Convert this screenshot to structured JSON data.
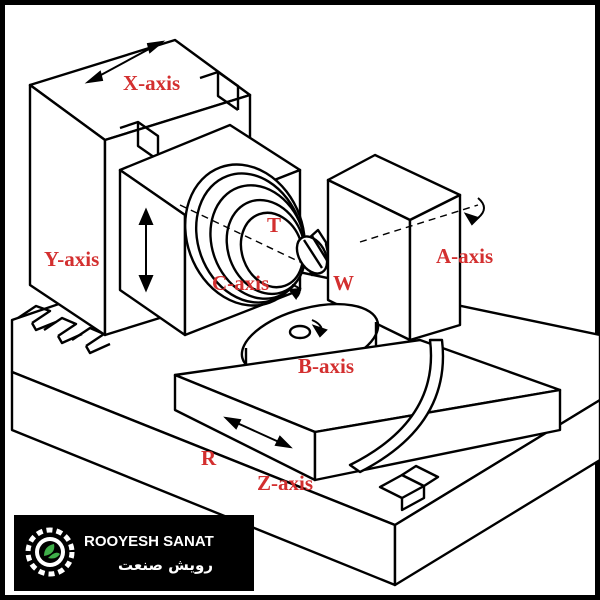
{
  "diagram": {
    "labels": {
      "x_axis": "X-axis",
      "y_axis": "Y-axis",
      "z_axis": "Z-axis",
      "a_axis": "A-axis",
      "b_axis": "B-axis",
      "c_axis": "C-axis",
      "t": "T",
      "w": "W",
      "r": "R"
    },
    "colors": {
      "label": "#d32f2f",
      "line": "#000000",
      "fill": "#ffffff",
      "background": "#000000"
    }
  },
  "logo": {
    "name_en": "ROOYESH SANAT",
    "name_fa": "رویش صنعت",
    "icon": "gear-leaf-icon"
  }
}
